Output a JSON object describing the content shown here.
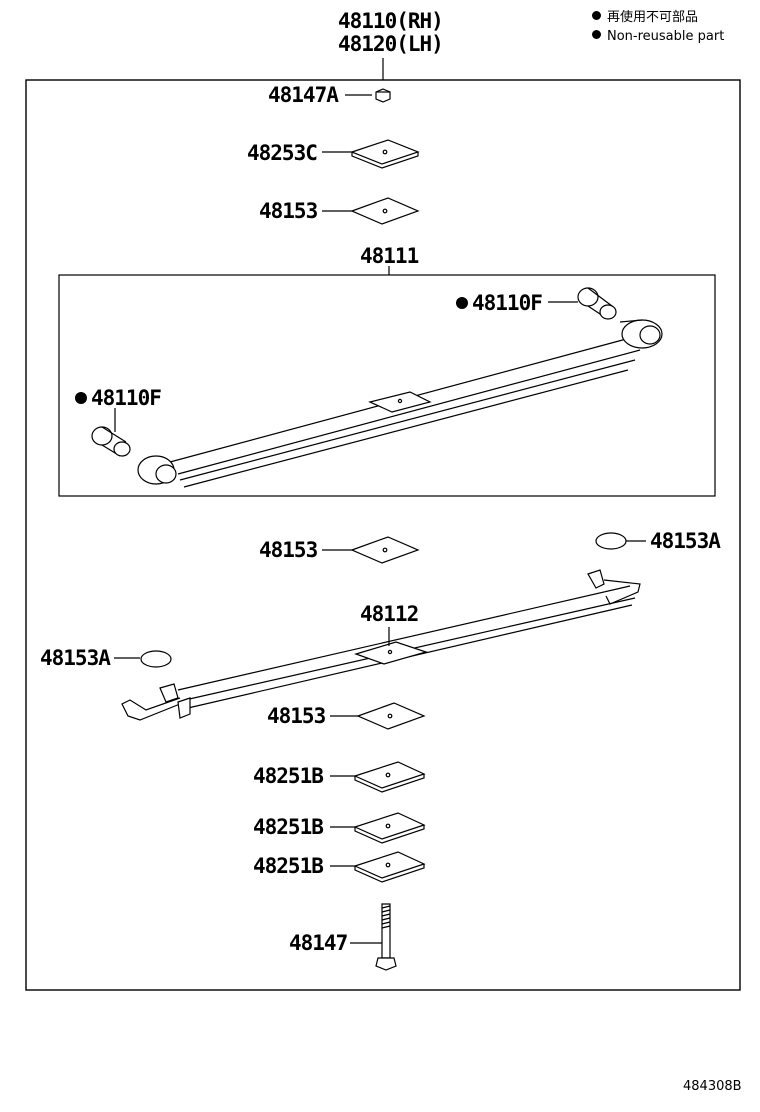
{
  "header": {
    "line1": "48110(RH)",
    "line2": "48120(LH)"
  },
  "legend": {
    "jp": "再使用不可部品",
    "en": "Non-reusable part"
  },
  "labels": {
    "nut": "48147A",
    "plate_top": "48253C",
    "pad_upper_top": "48153",
    "spring_assy": "48111",
    "bush_right": "48110F",
    "bush_left": "48110F",
    "pad_upper_mid": "48153",
    "pad_right_round": "48153A",
    "leaf": "48112",
    "pad_left_round": "48153A",
    "pad_lower": "48153",
    "plate_1": "48251B",
    "plate_2": "48251B",
    "plate_3": "48251B",
    "bolt": "48147"
  },
  "footer": {
    "code": "484308B"
  }
}
